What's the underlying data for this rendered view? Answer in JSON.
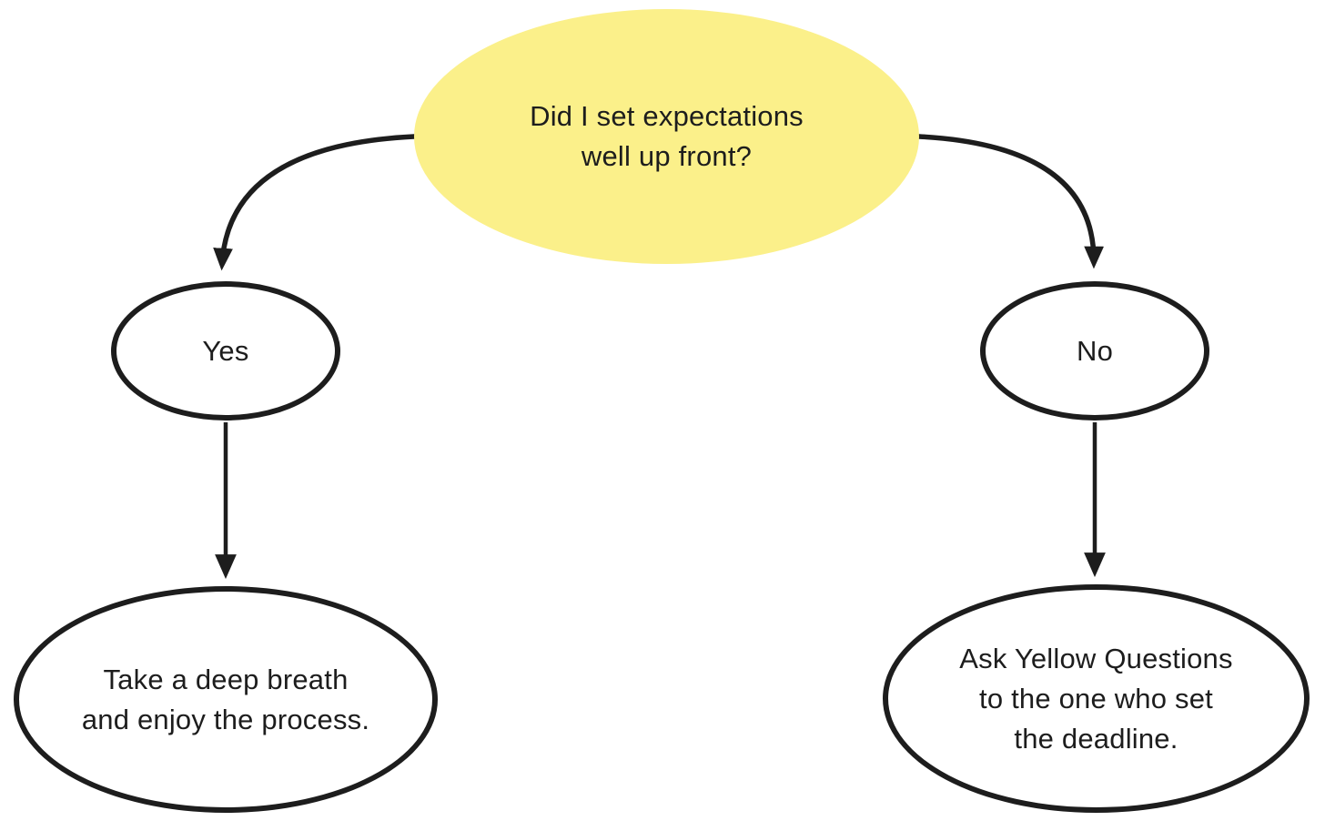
{
  "colors": {
    "background": "#ffffff",
    "root_fill": "#FBF08A",
    "stroke": "#1d1d1d",
    "text": "#1d1d1d"
  },
  "nodes": {
    "root": {
      "lines": [
        "Did I set expectations",
        "well up front?"
      ]
    },
    "yes": {
      "label": "Yes"
    },
    "no": {
      "label": "No"
    },
    "yes_outcome": {
      "lines": [
        "Take a deep breath",
        "and enjoy the process."
      ]
    },
    "no_outcome": {
      "lines": [
        "Ask Yellow Questions",
        "to the one who set",
        "the deadline."
      ]
    }
  }
}
